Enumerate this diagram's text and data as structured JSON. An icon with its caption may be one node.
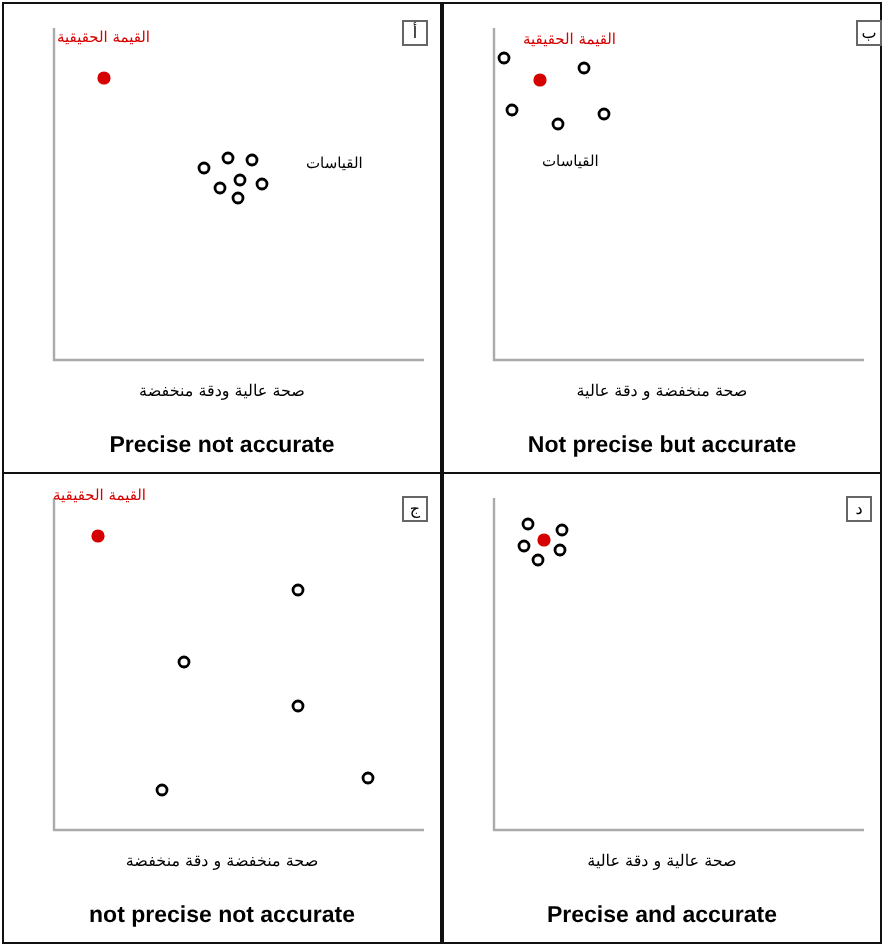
{
  "diagram": {
    "nodes": [
      {
        "text": [
          "صحة عالية ودقة منخفضة",
          "Precise not accurate"
        ]
      },
      {
        "text": [
          "أ"
        ],
        "in": 0
      },
      {
        "text": [
          "صحة منخفضة و دقة عالية",
          "Not precise but accurate"
        ]
      },
      {
        "text": [
          "ب"
        ],
        "in": 2
      },
      {
        "text": [
          "صحة منخفضة و دقة منخفضة",
          "not precise not accurate"
        ]
      },
      {
        "text": [
          "ج"
        ],
        "in": 4
      },
      {
        "text": [
          "صحة عالية و دقة عالية",
          "Precise and accurate"
        ]
      },
      {
        "text": [
          "د"
        ],
        "in": 6
      }
    ],
    "labels": [
      "القيمة الحقيقية",
      "القياسات",
      "القيمة الحقيقية",
      "القياسات",
      "القيمة الحقيقية"
    ]
  }
}
